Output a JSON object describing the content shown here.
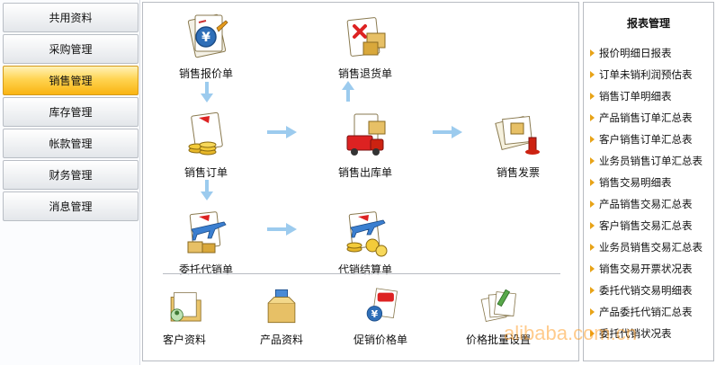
{
  "nav": {
    "items": [
      "共用资料",
      "采购管理",
      "销售管理",
      "库存管理",
      "帐款管理",
      "财务管理",
      "消息管理"
    ],
    "active": "销售管理"
  },
  "flow": {
    "quote": "销售报价单",
    "return": "销售退货单",
    "order": "销售订单",
    "outbound": "销售出库单",
    "invoice": "销售发票",
    "consign": "委托代销单",
    "settle": "代销结算单"
  },
  "shortcuts": {
    "customer": "客户资料",
    "product": "产品资料",
    "promo_price": "促销价格单",
    "price_batch": "价格批量设置"
  },
  "reports": {
    "title": "报表管理",
    "items": [
      "报价明细日报表",
      "订单未销利润预估表",
      "销售订单明细表",
      "产品销售订单汇总表",
      "客户销售订单汇总表",
      "业务员销售订单汇总表",
      "销售交易明细表",
      "产品销售交易汇总表",
      "客户销售交易汇总表",
      "业务员销售交易汇总表",
      "销售交易开票状况表",
      "委托代销交易明细表",
      "产品委托代销汇总表",
      "委托代销状况表"
    ]
  },
  "watermark": "alibaba.com.cn",
  "colors": {
    "accent": "#ffd452",
    "arrow": "#9ccbee",
    "bullet": "#e8a317"
  }
}
